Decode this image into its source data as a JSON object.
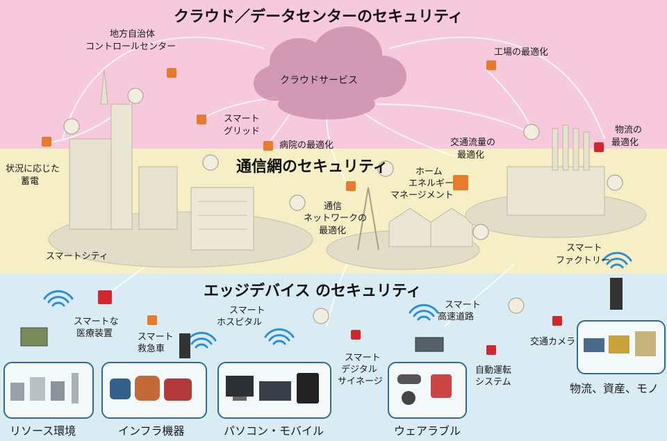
{
  "titles": {
    "cloud": "クラウド／データセンターのセキュリティ",
    "network": "通信網のセキュリティ",
    "edge": "エッジデバイス のセキュリティ"
  },
  "cloud_label": "クラウドサービス",
  "labels": {
    "local_gov_1": "地方自治体",
    "local_gov_2": "コントロールセンター",
    "factory_opt": "工場の最適化",
    "smart_grid_1": "スマート",
    "smart_grid_2": "グリッド",
    "hospital_opt": "病院の最適化",
    "traffic_1": "交通流量の",
    "traffic_2": "最適化",
    "logistics_1": "物流の",
    "logistics_2": "最適化",
    "storage_1": "状況に応じた",
    "storage_2": "蓄電",
    "home_1": "ホーム",
    "home_2": "エネルギー",
    "home_3": "マネージメント",
    "net_1": "通信",
    "net_2": "ネットワークの",
    "net_3": "最適化",
    "smart_city": "スマートシティ",
    "smart_factory_1": "スマート",
    "smart_factory_2": "ファクトリー",
    "medical_1": "スマートな",
    "medical_2": "医療装置",
    "ambulance_1": "スマート",
    "ambulance_2": "救急車",
    "hospital_1": "スマート",
    "hospital_2": "ホスピタル",
    "signage_1": "スマート",
    "signage_2": "デジタル",
    "signage_3": "サイネージ",
    "highway_1": "スマート",
    "highway_2": "高速道路",
    "autodrive_1": "自動運転",
    "autodrive_2": "システム",
    "camera": "交通カメラ"
  },
  "captions": {
    "resources": "リソース環境",
    "infra": "インフラ機器",
    "pc_mobile": "パソコン・モバイル",
    "wearable": "ウェアラブル",
    "logistics_assets": "物流、資産、モノ"
  },
  "colors": {
    "top_band": "#f7c9dc",
    "mid_band": "#f6efc5",
    "bottom_band": "#d9ebf3",
    "cloud": "#c58aa6",
    "wifi": "#2a8fd6",
    "box_border": "#2f6b8e",
    "cube_orange": "#e9792b",
    "cube_red": "#d3272e"
  }
}
